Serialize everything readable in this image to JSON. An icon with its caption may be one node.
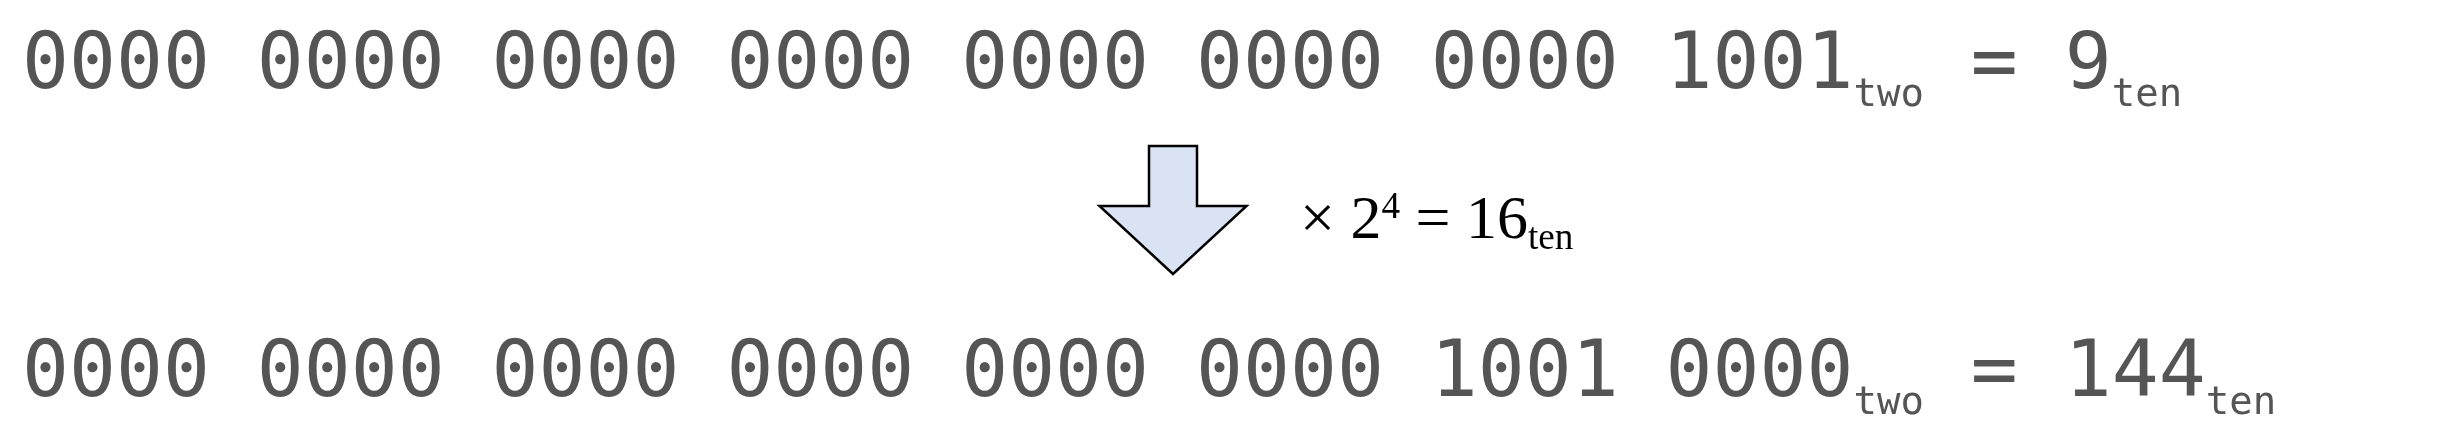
{
  "diagram": {
    "nodes": [
      {
        "text": [
          "0000 0000 0000 0000 0000 0000 0000 1001$_{two}$ = 9$_{ten}$"
        ]
      },
      {
        "text": [
          "0000 0000 0000 0000 0000 0000 1001 0000$_{two}$ = 144$_{ten}$"
        ]
      }
    ],
    "edges": [
      {
        "from": 0,
        "to": 1,
        "arrow": "to",
        "label": "× 2$^{4}$ = 16$_{ten}$"
      }
    ]
  }
}
